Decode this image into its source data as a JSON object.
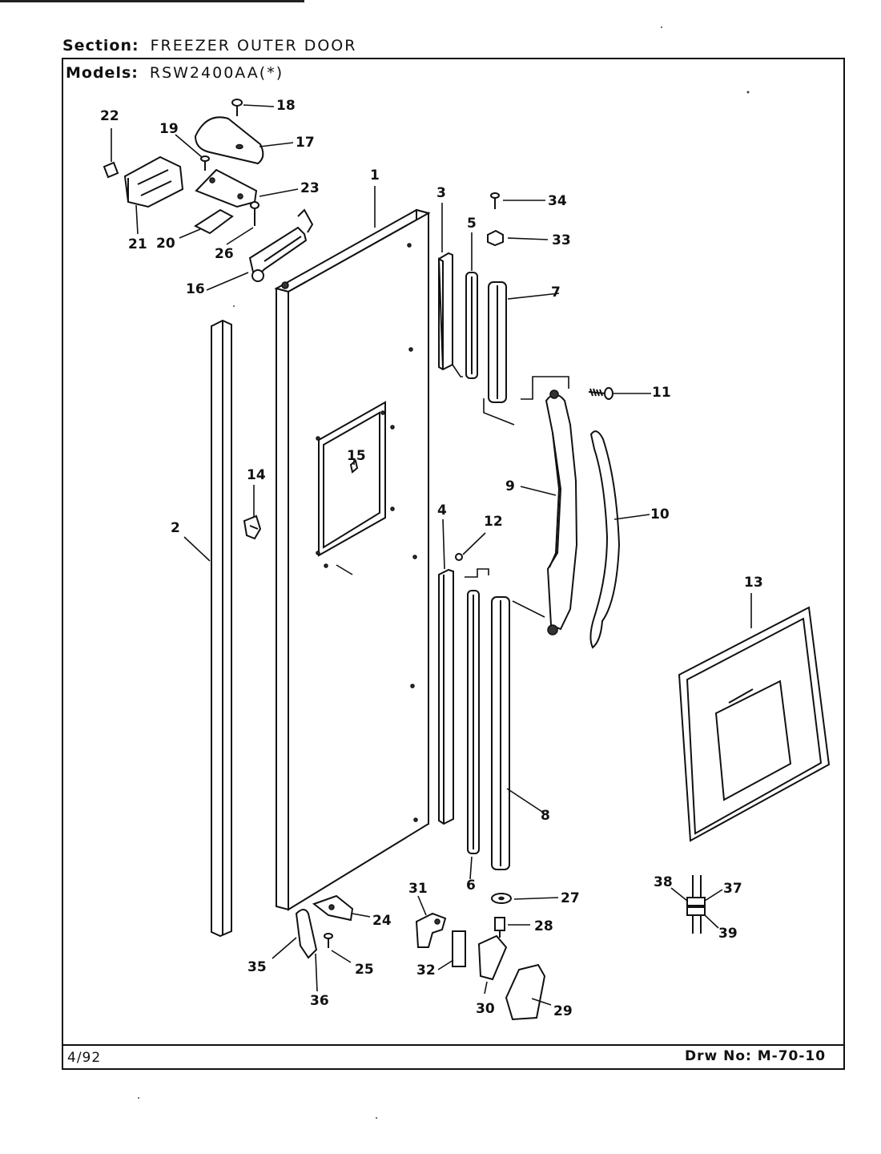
{
  "header": {
    "section_label": "Section:",
    "section_value": "FREEZER OUTER DOOR",
    "models_label": "Models:",
    "models_value": "RSW2400AA(*)"
  },
  "footer": {
    "date": "4/92",
    "drawing_number": "Drw No: M-70-10"
  },
  "parts": [
    {
      "id": "p1",
      "label": "1"
    },
    {
      "id": "p2",
      "label": "2"
    },
    {
      "id": "p3",
      "label": "3"
    },
    {
      "id": "p4",
      "label": "4"
    },
    {
      "id": "p5",
      "label": "5"
    },
    {
      "id": "p6",
      "label": "6"
    },
    {
      "id": "p7",
      "label": "7"
    },
    {
      "id": "p8",
      "label": "8"
    },
    {
      "id": "p9",
      "label": "9"
    },
    {
      "id": "p10",
      "label": "10"
    },
    {
      "id": "p11",
      "label": "11"
    },
    {
      "id": "p12",
      "label": "12"
    },
    {
      "id": "p13",
      "label": "13"
    },
    {
      "id": "p14",
      "label": "14"
    },
    {
      "id": "p15",
      "label": "15"
    },
    {
      "id": "p16",
      "label": "16"
    },
    {
      "id": "p17",
      "label": "17"
    },
    {
      "id": "p18",
      "label": "18"
    },
    {
      "id": "p19",
      "label": "19"
    },
    {
      "id": "p20",
      "label": "20"
    },
    {
      "id": "p21",
      "label": "21"
    },
    {
      "id": "p22",
      "label": "22"
    },
    {
      "id": "p23",
      "label": "23"
    },
    {
      "id": "p24",
      "label": "24"
    },
    {
      "id": "p25",
      "label": "25"
    },
    {
      "id": "p26",
      "label": "26"
    },
    {
      "id": "p27",
      "label": "27"
    },
    {
      "id": "p28",
      "label": "28"
    },
    {
      "id": "p29",
      "label": "29"
    },
    {
      "id": "p30",
      "label": "30"
    },
    {
      "id": "p31",
      "label": "31"
    },
    {
      "id": "p32",
      "label": "32"
    },
    {
      "id": "p33",
      "label": "33"
    },
    {
      "id": "p34",
      "label": "34"
    },
    {
      "id": "p35",
      "label": "35"
    },
    {
      "id": "p36",
      "label": "36"
    },
    {
      "id": "p37",
      "label": "37"
    },
    {
      "id": "p38",
      "label": "38"
    },
    {
      "id": "p39",
      "label": "39"
    }
  ]
}
